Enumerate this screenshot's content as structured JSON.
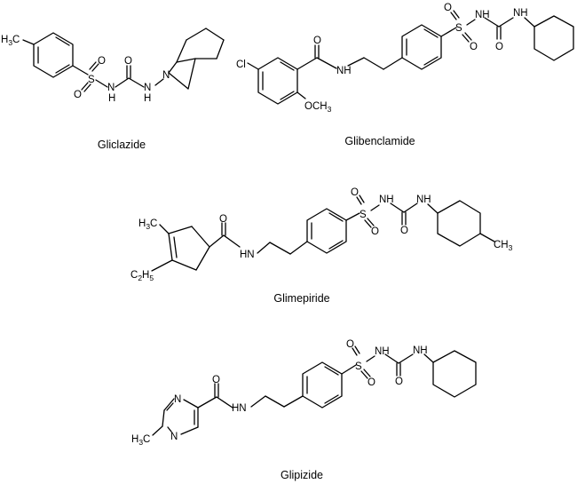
{
  "figure": {
    "compounds": [
      {
        "id": "gliclazide",
        "name": "Gliclazide"
      },
      {
        "id": "glibenclamide",
        "name": "Glibenclamide"
      },
      {
        "id": "glimepiride",
        "name": "Glimepiride"
      },
      {
        "id": "glipizide",
        "name": "Glipizide"
      }
    ],
    "atoms": {
      "S": "S",
      "O": "O",
      "N": "N",
      "NH": "NH",
      "HN": "HN",
      "H": "H",
      "Cl": "Cl",
      "C": "C",
      "CH": "CH",
      "OCH": "OCH",
      "sub2": "2",
      "sub3": "3",
      "sub5": "5"
    }
  }
}
